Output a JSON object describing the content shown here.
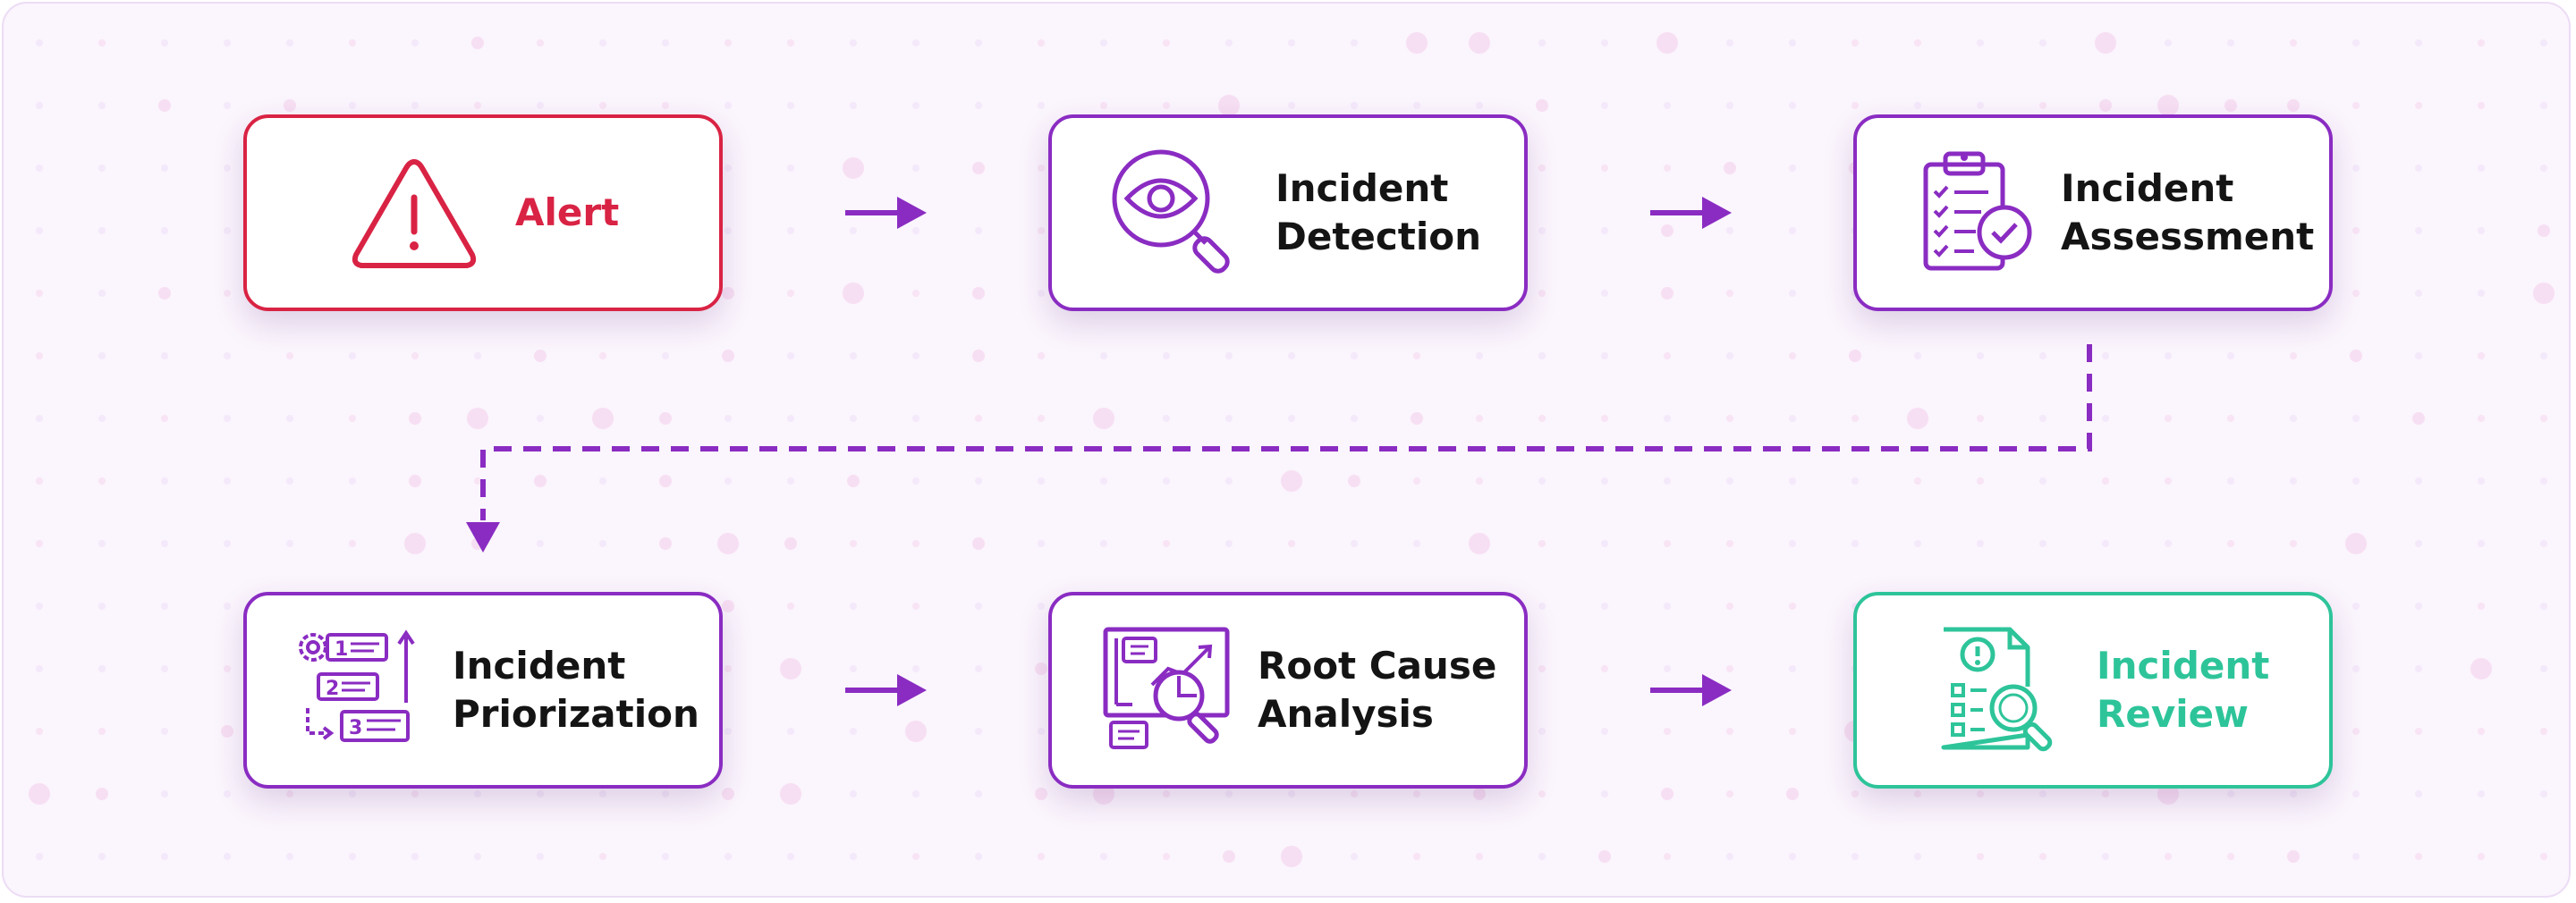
{
  "diagram": {
    "colors": {
      "purple": "#8a2cc2",
      "red": "#d92344",
      "green": "#2ec49a",
      "background": "#fbf5fd"
    },
    "steps": [
      {
        "label": "Alert",
        "icon": "warning-triangle-icon",
        "color": "#d92344"
      },
      {
        "label": "Incident\nDetection",
        "icon": "eye-magnifier-icon",
        "color": "#8a2cc2"
      },
      {
        "label": "Incident\nAssessment",
        "icon": "clipboard-check-icon",
        "color": "#8a2cc2"
      },
      {
        "label": "Incident\nPriorization",
        "icon": "priority-list-icon",
        "color": "#8a2cc2"
      },
      {
        "label": "Root Cause\nAnalysis",
        "icon": "chart-magnifier-icon",
        "color": "#8a2cc2"
      },
      {
        "label": "Incident\nReview",
        "icon": "document-magnifier-icon",
        "color": "#2ec49a"
      }
    ]
  }
}
